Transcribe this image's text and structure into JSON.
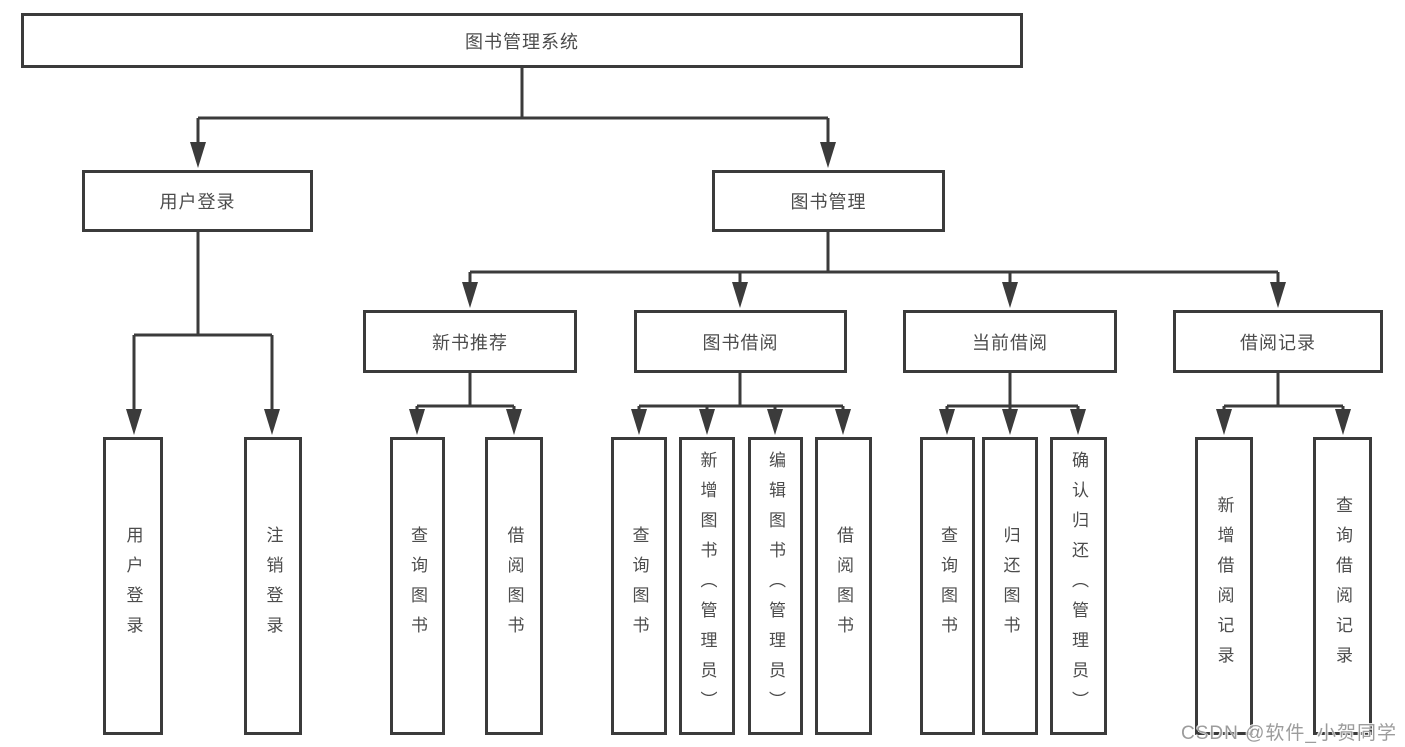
{
  "tree": {
    "root": {
      "label": "图书管理系统"
    },
    "branches": [
      {
        "label": "用户登录",
        "children": [
          {
            "label": "用户登录"
          },
          {
            "label": "注销登录"
          }
        ]
      },
      {
        "label": "图书管理",
        "children": [
          {
            "label": "新书推荐",
            "children": [
              {
                "label": "查询图书"
              },
              {
                "label": "借阅图书"
              }
            ]
          },
          {
            "label": "图书借阅",
            "children": [
              {
                "label": "查询图书"
              },
              {
                "label": "新增图书（管理员）"
              },
              {
                "label": "编辑图书（管理员）"
              },
              {
                "label": "借阅图书"
              }
            ]
          },
          {
            "label": "当前借阅",
            "children": [
              {
                "label": "查询图书"
              },
              {
                "label": "归还图书"
              },
              {
                "label": "确认归还（管理员）"
              }
            ]
          },
          {
            "label": "借阅记录",
            "children": [
              {
                "label": "新增借阅记录"
              },
              {
                "label": "查询借阅记录"
              }
            ]
          }
        ]
      }
    ]
  },
  "watermark": {
    "text": "CSDN @软件_小贺同学"
  },
  "colors": {
    "line": "#3b3b3b",
    "text": "#4c4c4c",
    "watermark": "#9c9c9c",
    "background": "#ffffff"
  }
}
